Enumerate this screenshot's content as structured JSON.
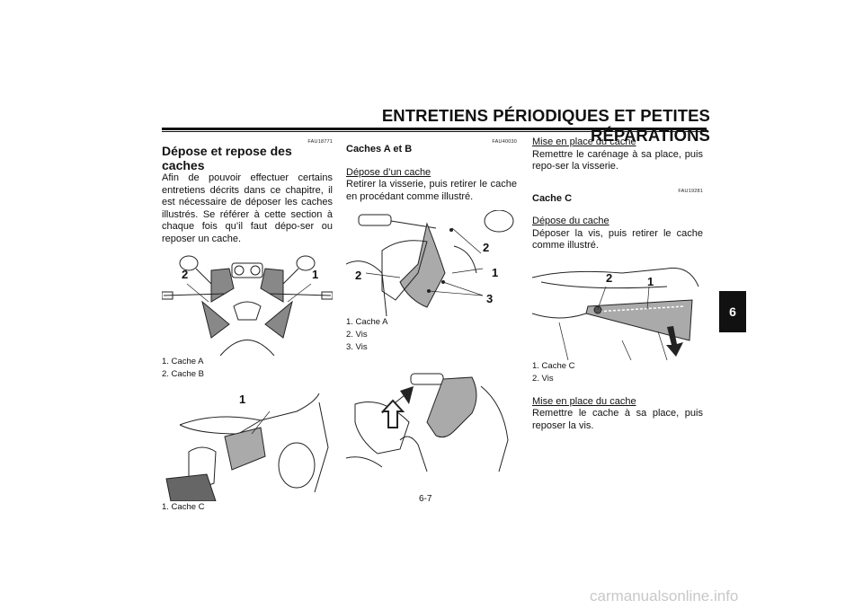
{
  "header": {
    "title": "ENTRETIENS PÉRIODIQUES ET PETITES RÉPARATIONS"
  },
  "chapter_tab": "6",
  "col1": {
    "code1": "FAU18771",
    "title": "Dépose et repose des caches",
    "intro": "Afin de pouvoir effectuer certains entretiens décrits dans ce chapitre, il est nécessaire de déposer les caches illustrés. Se référer à cette section à chaque fois qu’il faut dépo-ser ou reposer un cache.",
    "fig1_callouts": [
      "2",
      "1"
    ],
    "fig1_captions": [
      "1. Cache A",
      "2. Cache B"
    ],
    "fig2_callouts": [
      "1"
    ],
    "fig2_captions": [
      "1. Cache C"
    ]
  },
  "col2": {
    "code": "FAU40030",
    "title": "Caches A et B",
    "sub_remove": "Dépose d’un cache",
    "remove_text": "Retirer la visserie, puis retirer le cache en procédant comme illustré.",
    "fig_callouts": [
      "2",
      "1",
      "2",
      "3"
    ],
    "fig_captions": [
      "1. Cache A",
      "2. Vis",
      "3. Vis"
    ]
  },
  "col3": {
    "sub_install1": "Mise en place du cache",
    "install1_text": "Remettre le carénage à sa place, puis repo-ser la visserie.",
    "code": "FAU19281",
    "title": "Cache C",
    "sub_remove": "Dépose du cache",
    "remove_text": "Déposer la vis, puis retirer le cache comme illustré.",
    "fig_callouts": [
      "2",
      "1"
    ],
    "fig_captions": [
      "1. Cache C",
      "2. Vis"
    ],
    "sub_install2": "Mise en place du cache",
    "install2_text": "Remettre le cache à sa place, puis reposer la vis."
  },
  "page_number": "6-7",
  "footer_url": "carmanualsonline.info"
}
